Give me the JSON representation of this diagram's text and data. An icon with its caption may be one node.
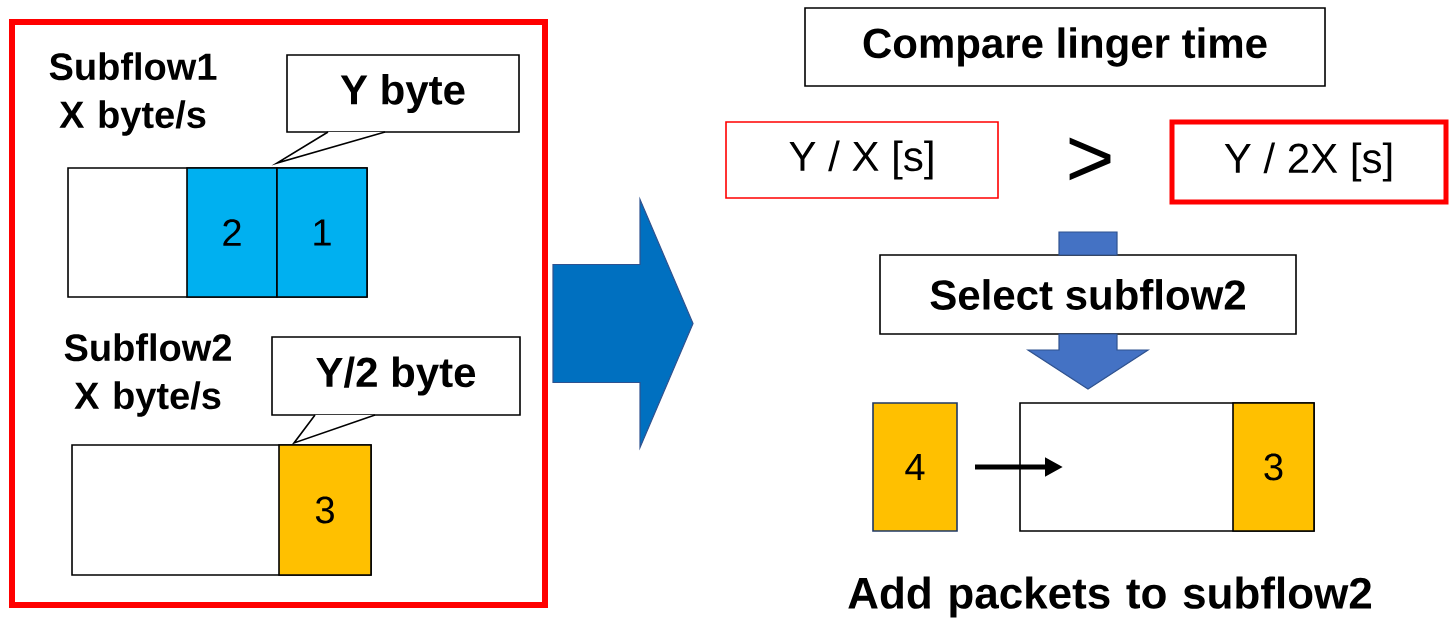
{
  "diagram": {
    "nodes": [
      {
        "text": [],
        "shape": "box"
      },
      {
        "text": [],
        "shape": "box",
        "in": 0
      },
      {
        "text": [
          "2"
        ],
        "in": 1
      },
      {
        "text": [
          "1"
        ],
        "in": 1
      },
      {
        "text": [
          "Y byte"
        ],
        "in": 0
      },
      {
        "text": [],
        "shape": "box",
        "in": 0
      },
      {
        "text": [
          "3"
        ],
        "in": 5
      },
      {
        "text": [
          "Y/2 byte"
        ],
        "in": 0
      },
      {
        "text": [
          "Compare linger time"
        ]
      },
      {
        "text": [
          "Y / X [s]"
        ]
      },
      {
        "text": [
          "Y / 2X [s]"
        ]
      },
      {
        "text": [
          "Select subflow2"
        ]
      },
      {
        "text": [
          "4"
        ]
      },
      {
        "text": [],
        "shape": "box"
      },
      {
        "text": [
          "3"
        ],
        "in": 13
      }
    ],
    "edges": [
      {
        "from": 0,
        "to": null,
        "arrow": "to",
        "style": "thick",
        "color": "#0070c0"
      },
      {
        "from": null,
        "to": 11,
        "arrow": "none",
        "style": "thick",
        "color": "#4472c4"
      },
      {
        "from": 11,
        "to": 13,
        "arrow": "to",
        "style": "thick",
        "color": "#4472c4"
      },
      {
        "from": 12,
        "to": 13,
        "arrow": "to"
      }
    ],
    "labels": [
      "Subflow1 X byte/s",
      "Subflow2 X byte/s",
      ">",
      "Add packets to subflow2"
    ]
  }
}
